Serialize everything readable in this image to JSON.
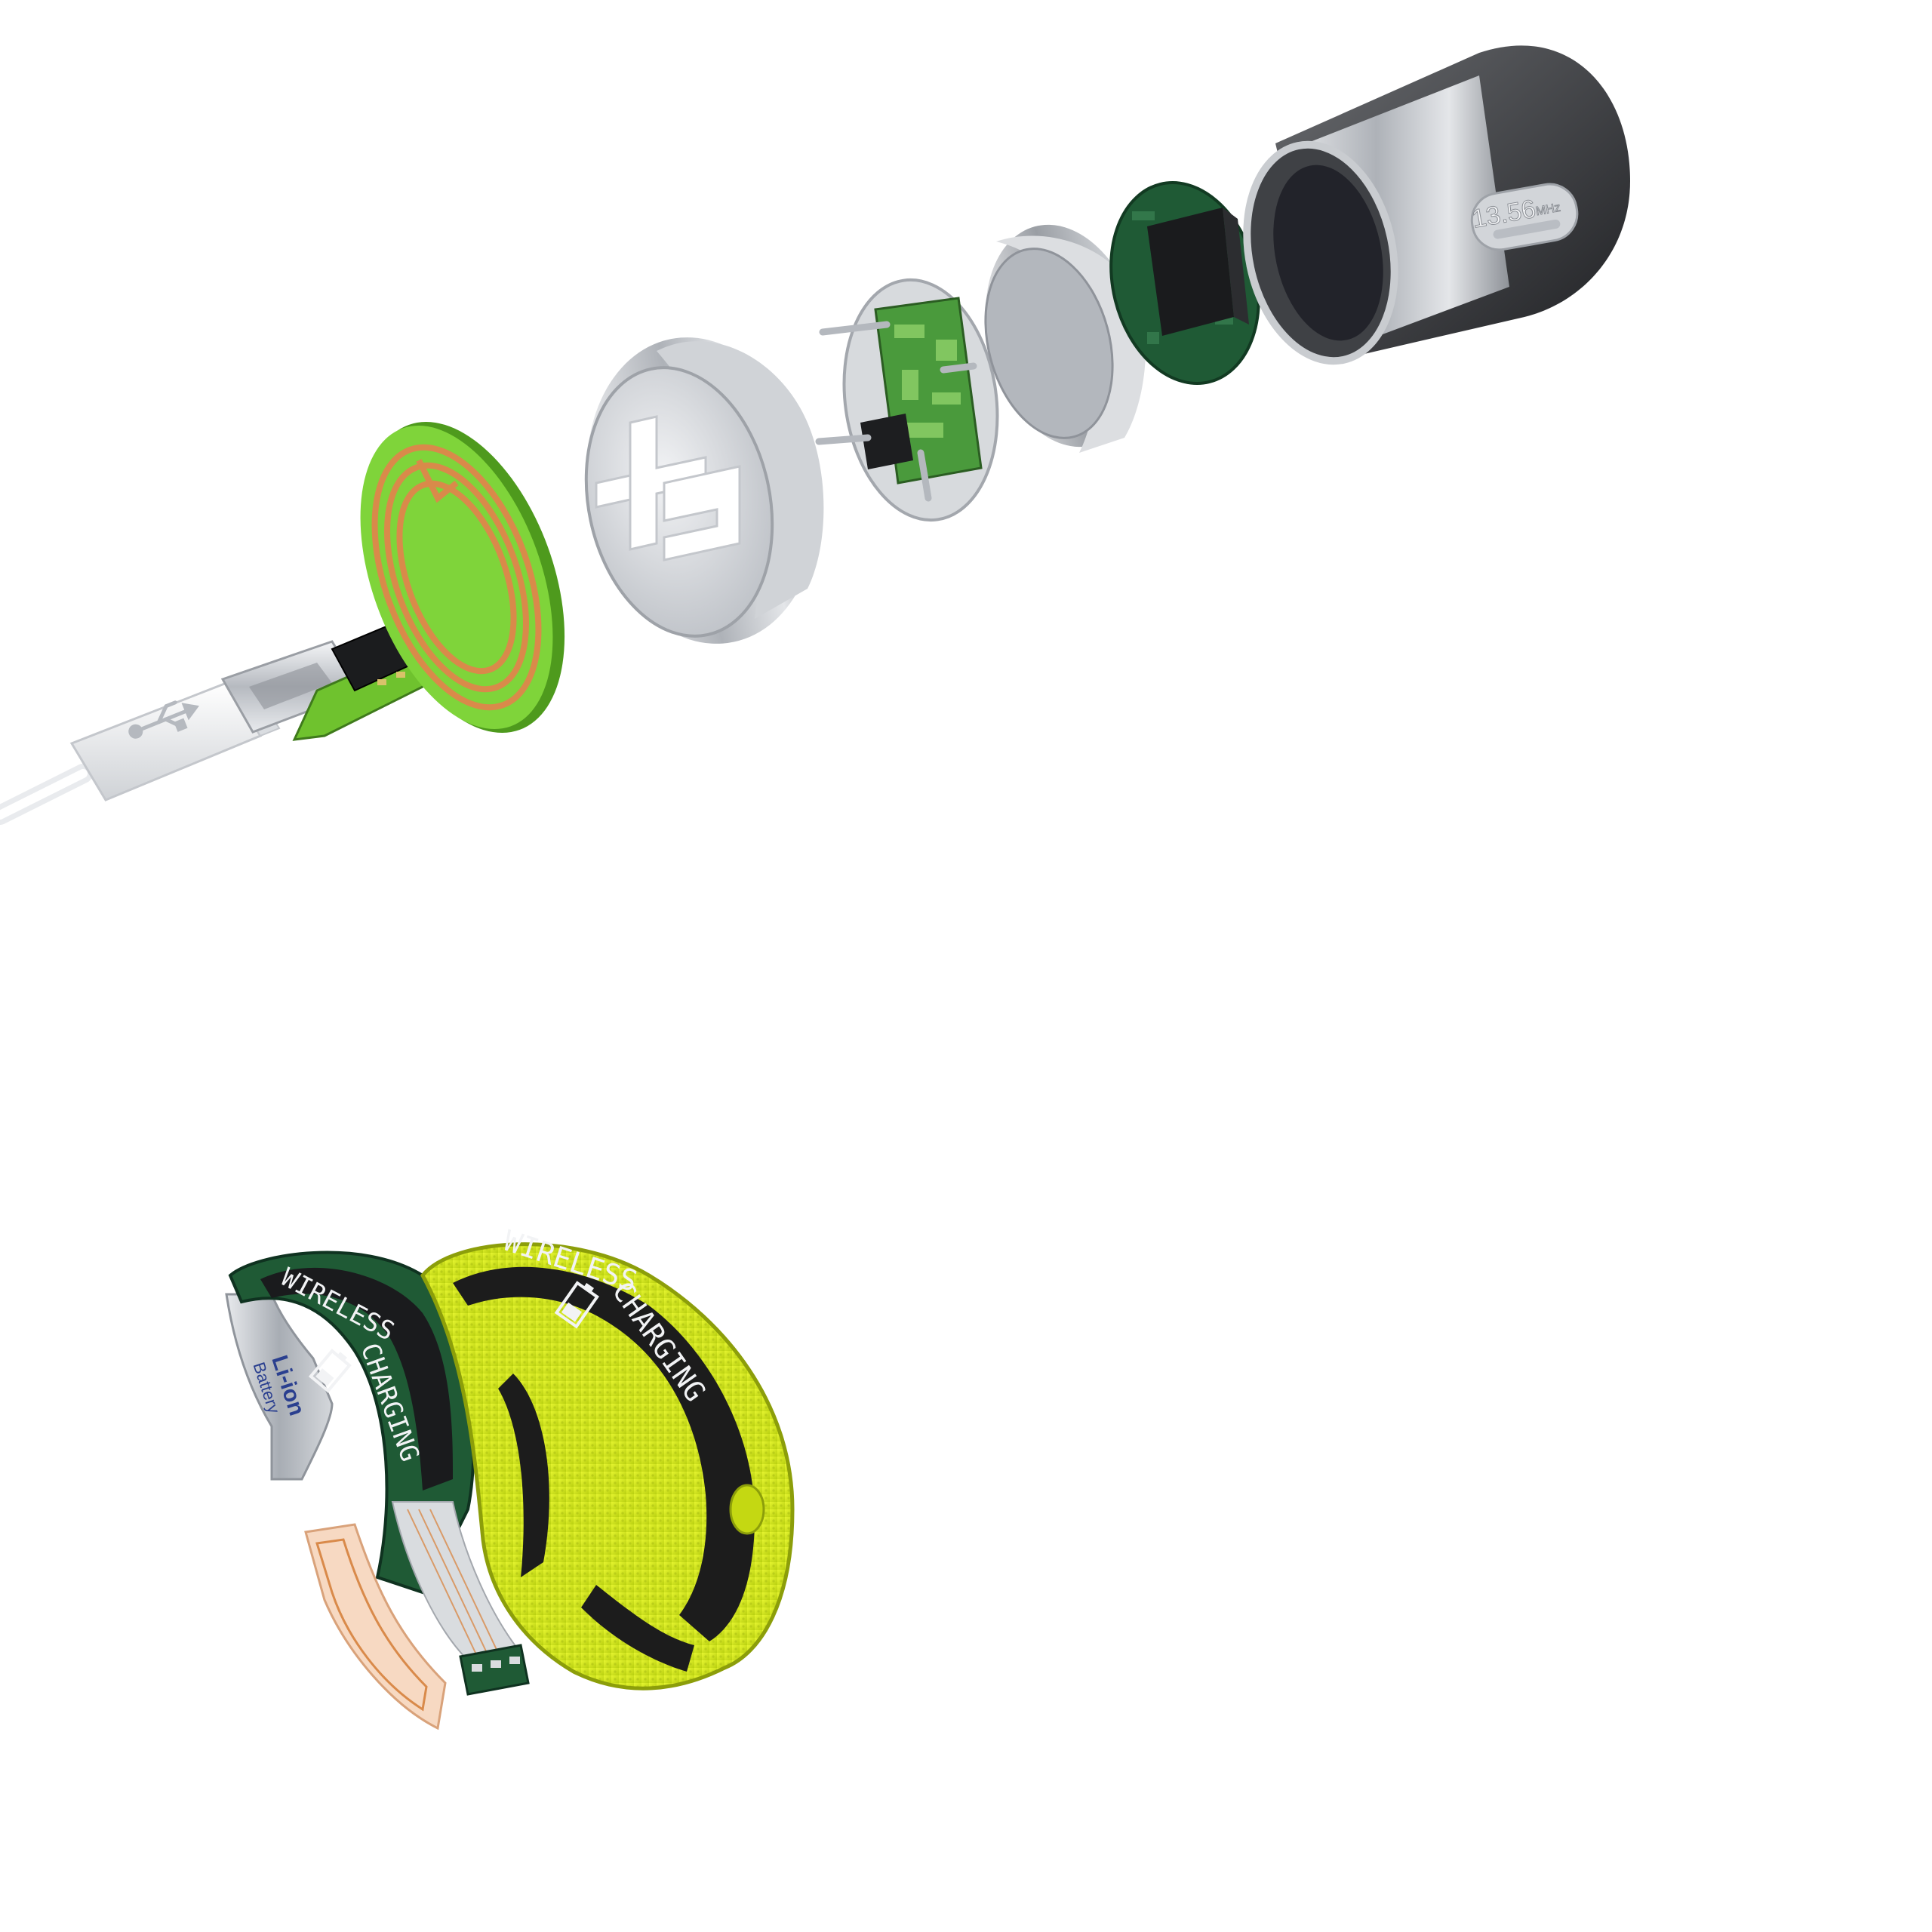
{
  "colors": {
    "pcb_green": "#7fd43a",
    "pcb_dark": "#1f5a35",
    "copper": "#d98a4a",
    "steel": "#c9ccd0",
    "band_lime": "#d6ec1a",
    "band_black": "#1c1c1c"
  },
  "labels": {
    "frequency_label": "13.56",
    "frequency_unit": "MHz",
    "battery_brand": "Li-ion",
    "battery_word": "Battery",
    "band_text_1": "WIRELESS",
    "band_text_2": "CHARGING"
  },
  "icons": [
    "usb-icon",
    "battery-icon",
    "logo-icon"
  ]
}
